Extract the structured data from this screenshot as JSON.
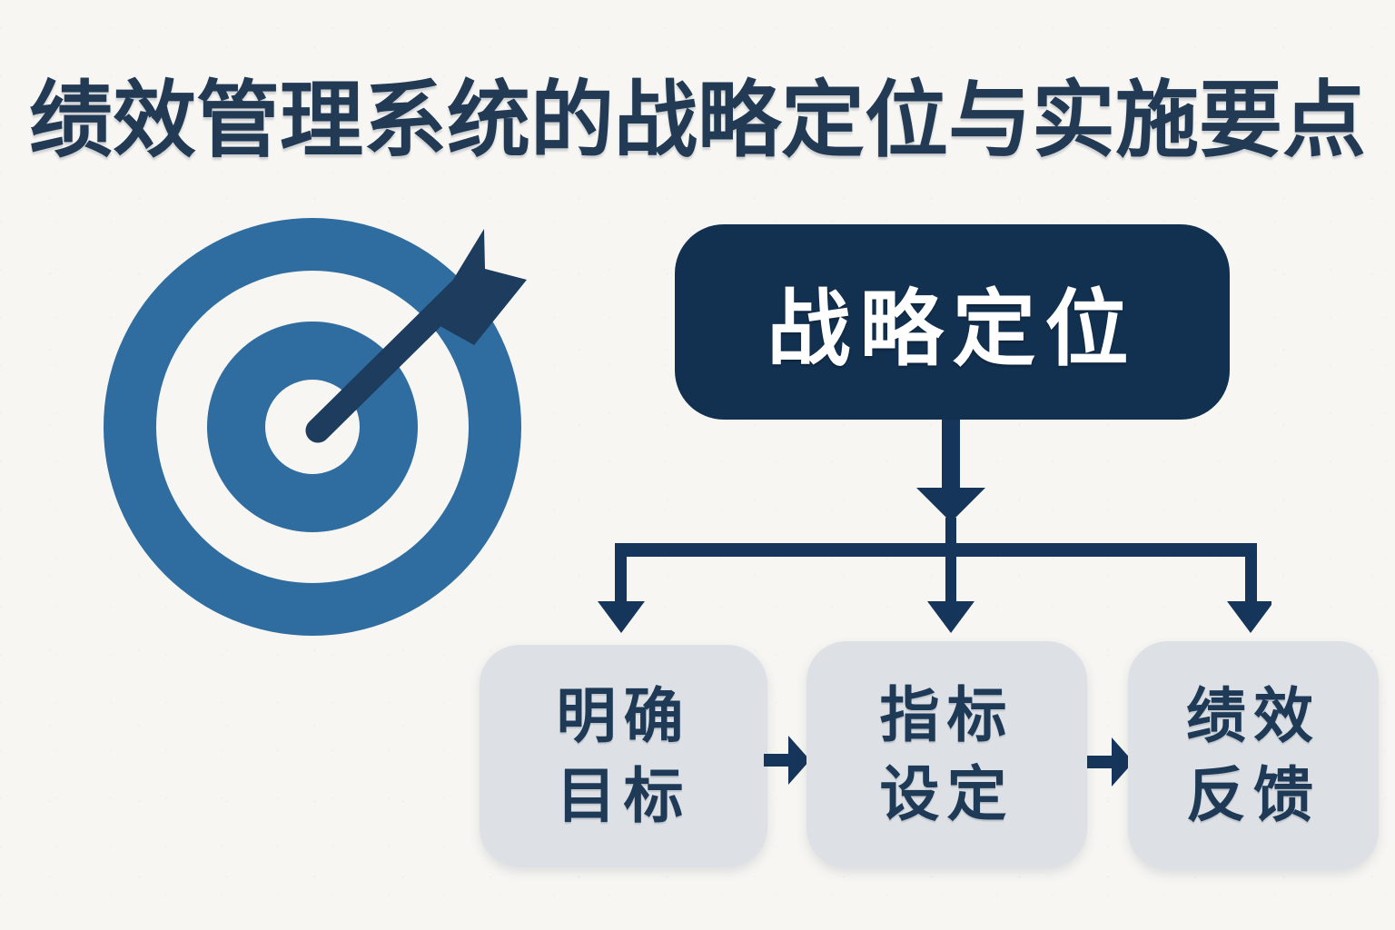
{
  "title": "绩效管理系统的战略定位与实施要点",
  "diagram": {
    "root": {
      "label": "战略定位"
    },
    "children": [
      {
        "lines": [
          "明确",
          "目标"
        ]
      },
      {
        "lines": [
          "指标",
          "设定"
        ]
      },
      {
        "lines": [
          "绩效",
          "反馈"
        ]
      }
    ]
  },
  "icons": {
    "target": "bullseye-dart-icon",
    "tree_connector": "branching-down-arrows",
    "flow_arrow": "right-arrow-icon"
  },
  "colors": {
    "background": "#f7f6f3",
    "title_text": "#223a54",
    "root_box_bg": "#123050",
    "root_box_text": "#ffffff",
    "child_box_bg": "#dde1e5",
    "child_box_text": "#1e3a57",
    "connector": "#16355a",
    "bullseye_blue": "#2f6da0",
    "dart_navy": "#1d3c5e"
  }
}
